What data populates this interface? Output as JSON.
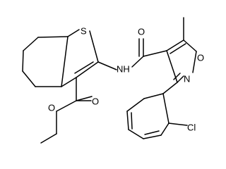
{
  "structure": {
    "atom_labels": {
      "s": "S",
      "nh": "NH",
      "o_amide": "O",
      "o_ester_carbonyl": "O",
      "o_ester": "O",
      "o_ring": "O",
      "n_ring": "N",
      "cl": "Cl"
    }
  }
}
